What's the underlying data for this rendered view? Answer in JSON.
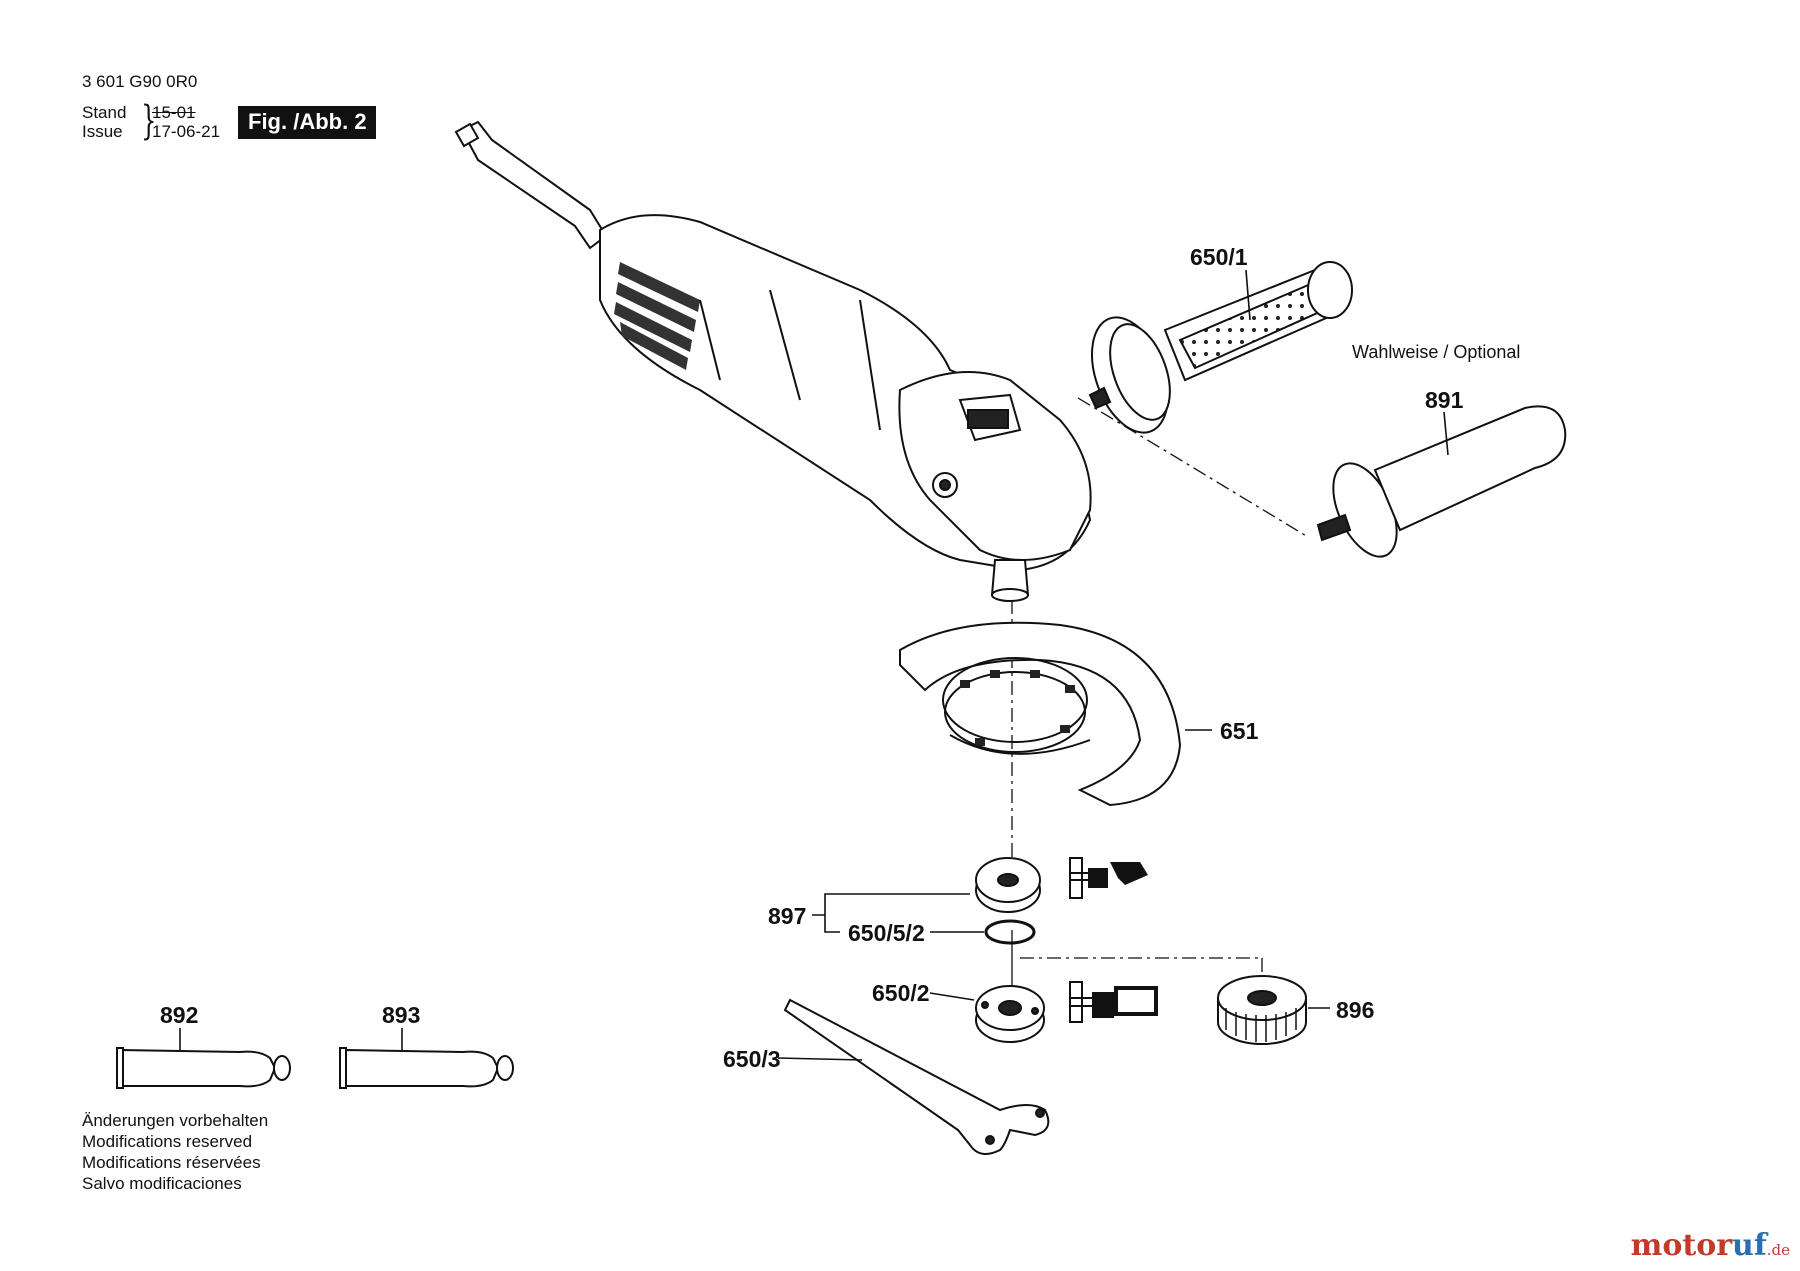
{
  "document": {
    "number": "3 601 G90 0R0",
    "stand_label": "Stand",
    "issue_label": "Issue",
    "stand_value": "15-01",
    "issue_value": "17-06-21",
    "figure_label": "Fig. /Abb. 2"
  },
  "optional_note": "Wahlweise / Optional",
  "callouts": {
    "p650_1": "650/1",
    "p891": "891",
    "p651": "651",
    "p897": "897",
    "p650_5_2": "650/5/2",
    "p650_2": "650/2",
    "p896": "896",
    "p650_3": "650/3",
    "p892": "892",
    "p893": "893"
  },
  "modifications": [
    "Änderungen vorbehalten",
    "Modifications reserved",
    "Modifications réservées",
    "Salvo modificaciones"
  ],
  "watermark": {
    "brand_start": "motor",
    "brand_end": "uf",
    "tld": ".de"
  }
}
